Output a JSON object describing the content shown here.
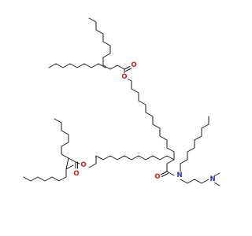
{
  "figure": {
    "type": "chemical-structure",
    "background": "#ffffff",
    "bond_color": "#1a1a1a",
    "heteroatom_colors": {
      "O": "#cc1f1f",
      "N": "#2332b3"
    }
  },
  "atoms": {
    "ester_top_carbonyl_o": "O",
    "ester_top_ether_o": "O",
    "ester_bottom_carbonyl_o": "O",
    "ester_bottom_ether_o": "O",
    "amide_carbonyl_o": "O",
    "amide_n": "N",
    "amine_n": "N"
  }
}
